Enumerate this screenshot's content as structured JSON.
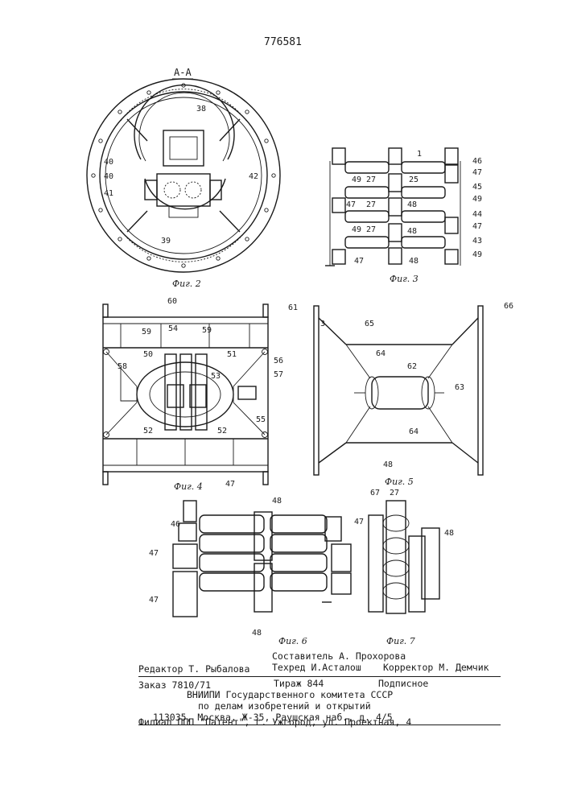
{
  "header": {
    "patent_number": "776581"
  },
  "figures": {
    "section_label": "A-A",
    "fig2": {
      "caption": "Фиг. 2",
      "labels": [
        "38",
        "40",
        "40",
        "41",
        "42",
        "39"
      ]
    },
    "fig3": {
      "caption": "Фиг. 3",
      "labels": [
        "1",
        "46",
        "47",
        "45",
        "49",
        "44",
        "47",
        "43",
        "49",
        "27",
        "25",
        "27",
        "27",
        "49",
        "48",
        "48",
        "47",
        "48",
        "47",
        "49"
      ]
    },
    "fig4": {
      "caption": "Фиг. 4",
      "labels": [
        "60",
        "61",
        "59",
        "54",
        "59",
        "50",
        "51",
        "53",
        "58",
        "56",
        "57",
        "52",
        "52",
        "55",
        "47"
      ]
    },
    "fig5": {
      "caption": "Фиг. 5",
      "labels": [
        "3",
        "65",
        "66",
        "64",
        "62",
        "63",
        "64",
        "48"
      ]
    },
    "fig6": {
      "caption": "Фиг. 6",
      "labels": [
        "46",
        "48",
        "47",
        "47",
        "47",
        "48"
      ]
    },
    "fig7": {
      "caption": "Фиг. 7",
      "labels": [
        "67",
        "27",
        "48"
      ]
    }
  },
  "footer": {
    "compiler": "Составитель А. Прохорова",
    "editor": "Редактор Т. Рыбалова",
    "techred": "Техред И.Асталош",
    "corrector": "Корректор М. Демчик",
    "order": "Заказ 7810/71",
    "circulation": "Тираж 844",
    "subscription": "Подписное",
    "org1": "ВНИИПИ Государственного комитета СССР",
    "org2": "по делам изобретений и открытий",
    "address": "113035, Москва, Ж-35, Раушская наб., д. 4/5",
    "branch": "Филиал ППП \"Патент\", г. Ужгород, ул. Проектная, 4"
  }
}
